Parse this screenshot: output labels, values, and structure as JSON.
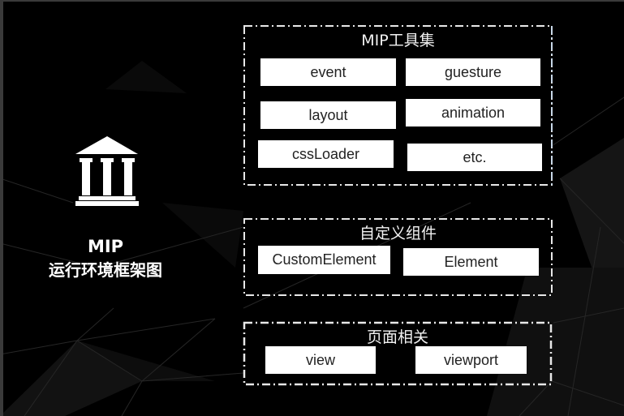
{
  "diagram": {
    "title_line1": "MIP",
    "title_line2": "运行环境框架图",
    "icon": "building-columns-icon",
    "groups": [
      {
        "title": "MIP工具集",
        "modules": [
          "event",
          "guesture",
          "layout",
          "animation",
          "cssLoader",
          "etc."
        ]
      },
      {
        "title": "自定义组件",
        "modules": [
          "CustomElement",
          "Element"
        ]
      },
      {
        "title": "页面相关",
        "modules": [
          "view",
          "viewport"
        ]
      }
    ]
  },
  "colors": {
    "background": "#000000",
    "module_fill": "#ffffff",
    "module_text": "#222222",
    "border": "#e8e8e8",
    "border_accent": "#c8d8e8"
  }
}
